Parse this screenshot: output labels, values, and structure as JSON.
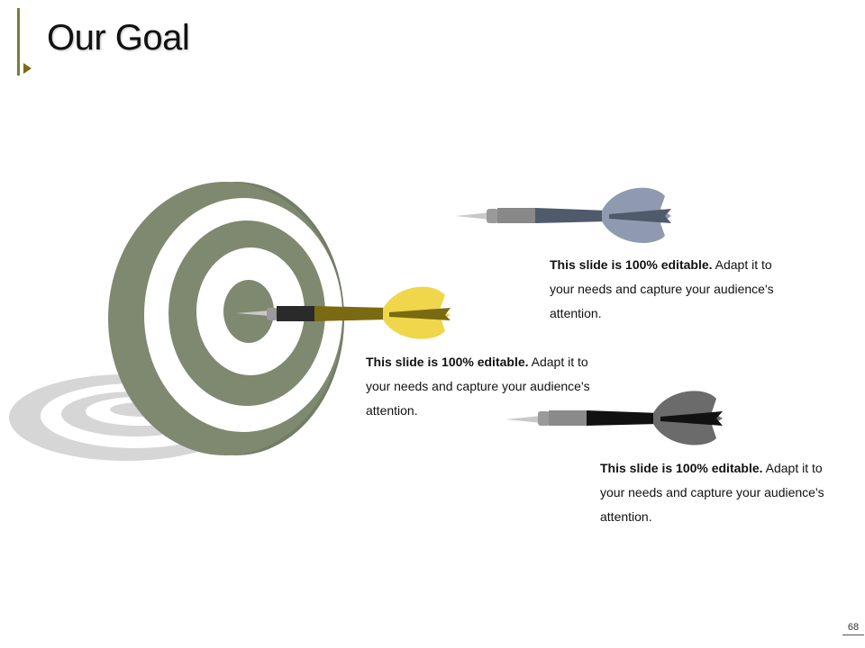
{
  "slide": {
    "title": "Our Goal",
    "page_number": "68"
  },
  "captions": [
    {
      "bold": "This slide is 100% editable.",
      "rest": " Adapt it to your needs and capture your audience's attention."
    },
    {
      "bold": "This slide is 100% editable.",
      "rest": " Adapt it to your needs and capture your audience's attention."
    },
    {
      "bold": "This slide is 100% editable.",
      "rest": " Adapt it to your needs and capture your audience's attention."
    }
  ],
  "colors": {
    "target_green": "#7f8970",
    "shadow_gray": "#d6d6d6",
    "accent_olive": "#7a6a12",
    "dart_yellow": "#f0d64a",
    "dart_slate": "#8f9ab0",
    "dart_dark": "#6b6b6b"
  },
  "icons": [
    "target-icon",
    "dart-icon"
  ]
}
